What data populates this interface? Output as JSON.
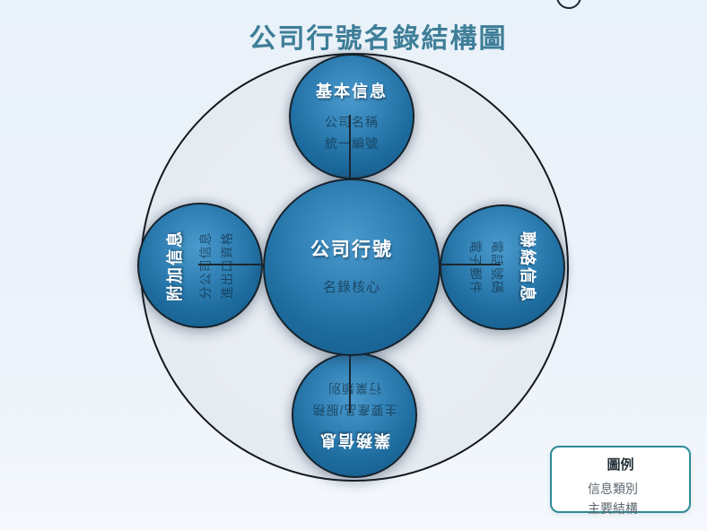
{
  "title": "公司行號名錄結構圖",
  "diagram": {
    "center": {
      "title": "公司行號",
      "subtitle": "名錄核心"
    },
    "top": {
      "title": "基本信息",
      "lines": [
        "公司名稱",
        "統一編號"
      ]
    },
    "right": {
      "title": "聯絡信息",
      "lines": [
        "電話號碼",
        "電子郵件"
      ]
    },
    "bottom": {
      "title": "業務信息",
      "lines": [
        "主要產品/服務",
        "行業類別"
      ]
    },
    "left": {
      "title": "附加信息",
      "lines": [
        "分公司信息",
        "進出口資格"
      ]
    }
  },
  "legend": {
    "title": "圖例",
    "items": [
      "信息類別",
      "主要結構"
    ]
  },
  "colors": {
    "title_text": "#3e7e98",
    "node_fill_light": "#4a9acd",
    "node_fill_dark": "#125685",
    "node_border": "#16222b",
    "outer_circle_fill": "#e3eaf1",
    "connector": "#1c2730",
    "legend_border": "#2e8b96",
    "background": "#edf3fa"
  }
}
